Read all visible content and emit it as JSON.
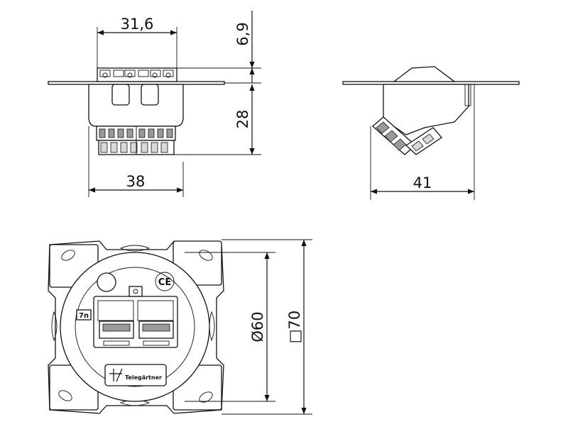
{
  "dimensions": {
    "front_top_width": "31,6",
    "front_top_height": "6,9",
    "front_body_height": "28",
    "front_body_width": "38",
    "side_depth": "41",
    "plan_diameter": "Ø60",
    "plan_square": "□70"
  },
  "labels": {
    "ce_mark": "CE",
    "module_badge": "7n",
    "brand": "Telegärtner"
  },
  "icons": {
    "brand_logo": "telegaertner-logo-icon",
    "ce": "ce-mark-icon"
  }
}
